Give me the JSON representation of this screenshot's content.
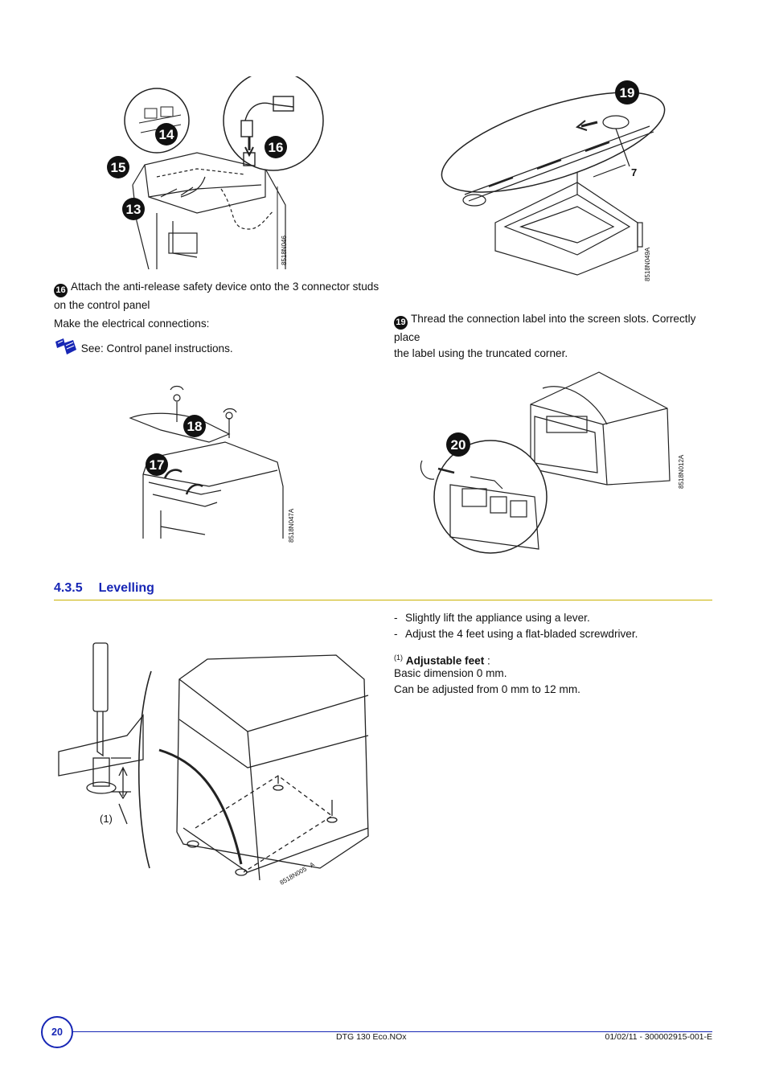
{
  "figures": {
    "fig1": {
      "callouts": [
        "14",
        "15",
        "16",
        "13"
      ],
      "ref": "8518N046"
    },
    "fig2": {
      "callouts": [
        "19"
      ],
      "label": "7",
      "ref": "8518N049A"
    },
    "fig3": {
      "callouts": [
        "18",
        "17"
      ],
      "ref": "8518N047A"
    },
    "fig4": {
      "callouts": [
        "20"
      ],
      "ref": "8518N012A"
    },
    "fig5": {
      "label": "(1)",
      "ref": "8518N005",
      "ref_suffix": "A"
    }
  },
  "step16": {
    "num": "16",
    "text": "Attach the anti-release safety device onto the 3 connector studs",
    "text2": "on the control panel"
  },
  "make_connections": "Make the electrical connections:",
  "see_instructions": "See: Control panel instructions.",
  "step19": {
    "num": "19",
    "text": "Thread the connection label into the screen slots. Correctly place",
    "text2": "the label using the truncated corner."
  },
  "section": {
    "number": "4.3.5",
    "title": "Levelling"
  },
  "levelling": {
    "bullets": [
      "Slightly lift the appliance using a lever.",
      "Adjust the 4 feet using a flat-bladed screwdriver."
    ],
    "note_marker": "(1)",
    "note_title": "Adjustable feet",
    "note_colon": " :",
    "lines": [
      "Basic dimension 0 mm.",
      "Can be adjusted from 0 mm to 12 mm."
    ]
  },
  "footer": {
    "page": "20",
    "product": "DTG 130 Eco.NOx",
    "doc_ref": "01/02/11 - 300002915-001-E"
  },
  "colors": {
    "accent": "#1726b5",
    "rule": "#c9b200"
  }
}
